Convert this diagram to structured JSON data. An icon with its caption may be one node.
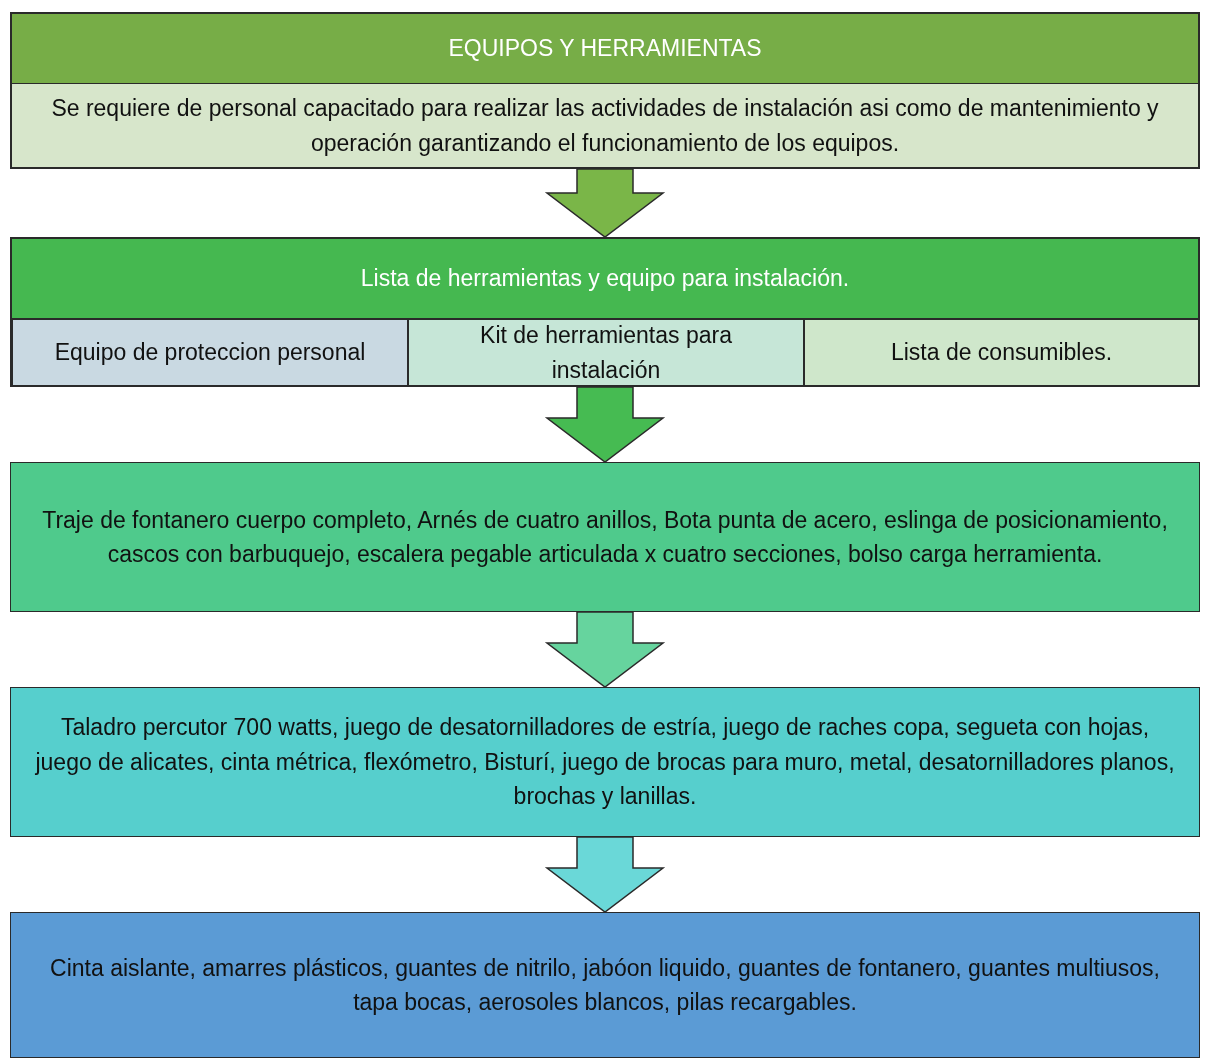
{
  "diagram": {
    "nodes": [
      {
        "text": [
          "EQUIPOS Y HERRAMIENTAS",
          "Se requiere de personal capacitado para realizar las actividades de instalación asi como de mantenimiento y operación garantizando el funcionamiento de los equipos."
        ]
      },
      {
        "text": [
          "Lista de herramientas y equipo para instalación."
        ]
      },
      {
        "text": [
          "Equipo de proteccion personal"
        ],
        "in": 1
      },
      {
        "text": [
          "Kit de herramientas para instalación"
        ],
        "in": 1
      },
      {
        "text": [
          "Lista de consumibles."
        ],
        "in": 1
      },
      {
        "text": [
          "Traje de fontanero cuerpo completo, Arnés de cuatro anillos, Bota punta de acero, eslinga de posicionamiento, cascos con barbuquejo, escalera pegable articulada x cuatro secciones, bolso carga herramienta."
        ]
      },
      {
        "text": [
          "Taladro percutor 700 watts, juego de desatornilladores de estría, juego de raches copa, segueta con hojas, juego de alicates, cinta métrica, flexómetro, Bisturí, juego de brocas para muro, metal, desatornilladores planos, brochas y lanillas."
        ]
      },
      {
        "text": [
          "Cinta aislante, amarres plásticos, guantes de nitrilo, jabóon liquido, guantes de fontanero, guantes multiusos, tapa bocas, aerosoles blancos, pilas recargables."
        ]
      }
    ],
    "edges": [
      {
        "from": 0,
        "to": 1,
        "arrow": "to",
        "color": "#7ab648"
      },
      {
        "from": 1,
        "to": 5,
        "arrow": "to",
        "color": "#46bb52"
      },
      {
        "from": 5,
        "to": 6,
        "arrow": "to",
        "color": "#66d49e"
      },
      {
        "from": 6,
        "to": 7,
        "arrow": "to",
        "color": "#6ad8d8"
      }
    ]
  }
}
